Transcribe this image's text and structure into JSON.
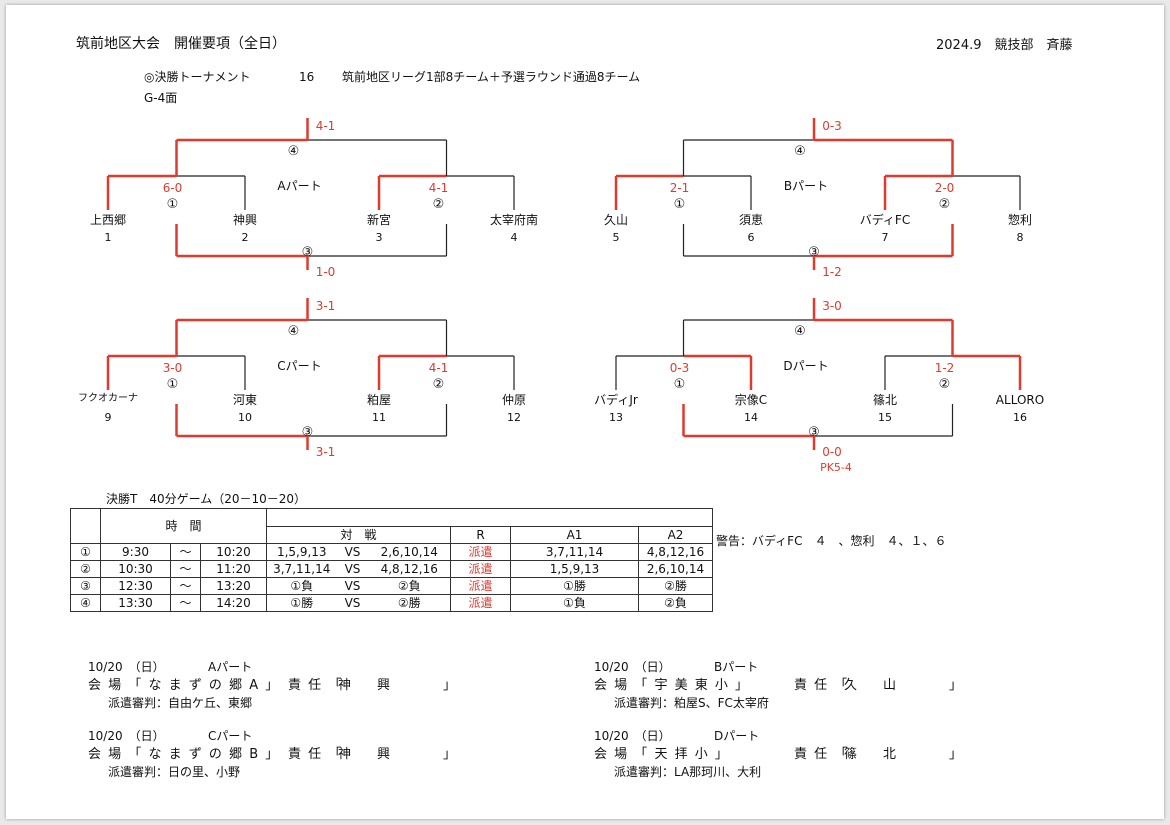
{
  "header": {
    "title": "筑前地区大会　開催要項（全日）",
    "author": "2024.9　競技部　斉藤",
    "line1": "◎決勝トーナメント",
    "line1_count": "16",
    "line1_desc": "筑前地区リーグ1部8チーム＋予選ラウンド通過8チーム",
    "line2": "G-4面"
  },
  "brackets": [
    {
      "part": "Aパート",
      "teams": [
        {
          "name": "上西郷",
          "num": "1"
        },
        {
          "name": "神興",
          "num": "2"
        },
        {
          "name": "新宮",
          "num": "3"
        },
        {
          "name": "太宰府南",
          "num": "4"
        }
      ],
      "m1": {
        "mark": "①",
        "score": "6-0"
      },
      "m2": {
        "mark": "②",
        "score": "4-1"
      },
      "m4": {
        "mark": "④",
        "score": "4-1"
      },
      "m3": {
        "mark": "③",
        "score": "1-0",
        "note": ""
      }
    },
    {
      "part": "Bパート",
      "teams": [
        {
          "name": "久山",
          "num": "5"
        },
        {
          "name": "須恵",
          "num": "6"
        },
        {
          "name": "バディFC",
          "num": "7"
        },
        {
          "name": "惣利",
          "num": "8"
        }
      ],
      "m1": {
        "mark": "①",
        "score": "2-1"
      },
      "m2": {
        "mark": "②",
        "score": "2-0"
      },
      "m4": {
        "mark": "④",
        "score": "0-3"
      },
      "m3": {
        "mark": "③",
        "score": "1-2",
        "note": ""
      }
    },
    {
      "part": "Cパート",
      "teams": [
        {
          "name": "フクオカーナ",
          "num": "9"
        },
        {
          "name": "河東",
          "num": "10"
        },
        {
          "name": "粕屋",
          "num": "11"
        },
        {
          "name": "仲原",
          "num": "12"
        }
      ],
      "m1": {
        "mark": "①",
        "score": "3-0"
      },
      "m2": {
        "mark": "②",
        "score": "4-1"
      },
      "m4": {
        "mark": "④",
        "score": "3-1"
      },
      "m3": {
        "mark": "③",
        "score": "3-1",
        "note": ""
      }
    },
    {
      "part": "Dパート",
      "teams": [
        {
          "name": "バディJr",
          "num": "13"
        },
        {
          "name": "宗像C",
          "num": "14"
        },
        {
          "name": "篠北",
          "num": "15"
        },
        {
          "name": "ALLORO",
          "num": "16"
        }
      ],
      "m1": {
        "mark": "①",
        "score": "0-3"
      },
      "m2": {
        "mark": "②",
        "score": "1-2"
      },
      "m4": {
        "mark": "④",
        "score": "3-0"
      },
      "m3": {
        "mark": "③",
        "score": "0-0",
        "note": "PK5-4"
      }
    }
  ],
  "schedule": {
    "caption": "決勝T　40分ゲーム（20－10－20）",
    "head_time": "時　間",
    "head_match": "対　戦",
    "head_r": "R",
    "head_a1": "A1",
    "head_a2": "A2",
    "rows": [
      {
        "no": "①",
        "start": "9:30",
        "tilde": "～",
        "end": "10:20",
        "left": "1,5,9,13",
        "vs": "VS",
        "right": "2,6,10,14",
        "r": "派遣",
        "a1": "3,7,11,14",
        "a2": "4,8,12,16"
      },
      {
        "no": "②",
        "start": "10:30",
        "tilde": "～",
        "end": "11:20",
        "left": "3,7,11,14",
        "vs": "VS",
        "right": "4,8,12,16",
        "r": "派遣",
        "a1": "1,5,9,13",
        "a2": "2,6,10,14"
      },
      {
        "no": "③",
        "start": "12:30",
        "tilde": "～",
        "end": "13:20",
        "left": "①負",
        "vs": "VS",
        "right": "②負",
        "r": "派遣",
        "a1": "①勝",
        "a2": "②勝"
      },
      {
        "no": "④",
        "start": "13:30",
        "tilde": "～",
        "end": "14:20",
        "left": "①勝",
        "vs": "VS",
        "right": "②勝",
        "r": "派遣",
        "a1": "①負",
        "a2": "②負"
      }
    ]
  },
  "warning": "警告：バディFC　４　、惣利　４、１、６",
  "venues": [
    {
      "date": "10/20　（日）",
      "part": "Aパート",
      "venue_label": "会場「なまずの郷A」",
      "resp_label": "責任「",
      "resp": "神　　興",
      "close": "」",
      "ref": "派遣審判：自由ケ丘、東郷"
    },
    {
      "date": "10/20　（日）",
      "part": "Bパート",
      "venue_label": "会場「宇美東小」",
      "resp_label": "責任「",
      "resp": "久　　山",
      "close": "」",
      "ref": "派遣審判：粕屋S、FC太宰府"
    },
    {
      "date": "10/20　（日）",
      "part": "Cパート",
      "venue_label": "会場「なまずの郷B」",
      "resp_label": "責任「",
      "resp": "神　　興",
      "close": "」",
      "ref": "派遣審判：日の里、小野"
    },
    {
      "date": "10/20　（日）",
      "part": "Dパート",
      "venue_label": "会場「天拝小」",
      "resp_label": "責任「",
      "resp": "篠　　北",
      "close": "」",
      "ref": "派遣審判：LA那珂川、大利"
    }
  ],
  "colors": {
    "winner_line": "#e03a2e",
    "line": "#222222",
    "score": "#e03a2e"
  }
}
